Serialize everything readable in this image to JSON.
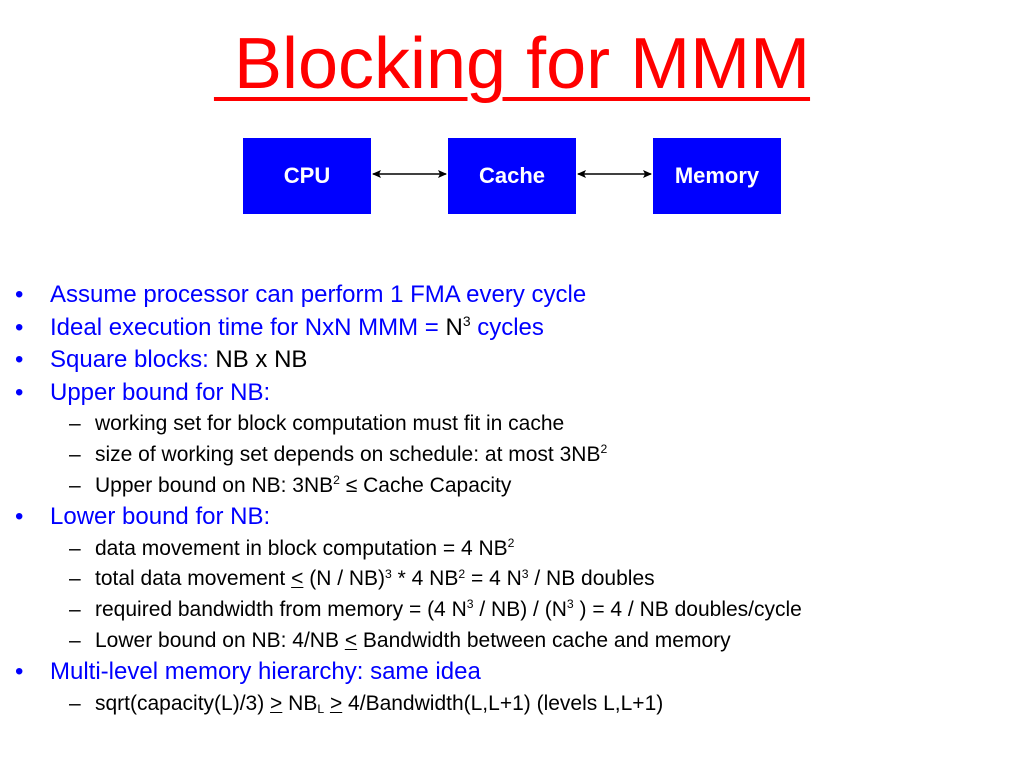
{
  "slide": {
    "title": " Blocking for MMM",
    "title_color": "#ff0000",
    "diagram": {
      "box_color": "#0000ff",
      "text_color": "#ffffff",
      "arrow_color": "#000000",
      "boxes": [
        "CPU",
        "Cache",
        "Memory"
      ]
    },
    "colors": {
      "primary": "#0000ff",
      "secondary": "#000000"
    },
    "bullets": [
      {
        "level": 1,
        "marker": "•",
        "parts": [
          {
            "t": "Assume processor can perform 1 FMA every cycle",
            "c": "primary"
          }
        ]
      },
      {
        "level": 1,
        "marker": "•",
        "parts": [
          {
            "t": "Ideal execution time for NxN  MMM = ",
            "c": "primary"
          },
          {
            "t": "N",
            "c": "secondary"
          },
          {
            "t": "3",
            "c": "secondary",
            "s": "sup"
          },
          {
            "t": " cycles",
            "c": "primary"
          }
        ]
      },
      {
        "level": 1,
        "marker": "•",
        "parts": [
          {
            "t": "Square blocks: ",
            "c": "primary"
          },
          {
            "t": "NB x NB",
            "c": "secondary"
          }
        ]
      },
      {
        "level": 1,
        "marker": "•",
        "parts": [
          {
            "t": "Upper bound for NB:",
            "c": "primary"
          }
        ]
      },
      {
        "level": 2,
        "marker": "–",
        "parts": [
          {
            "t": "working set for block computation must fit in cache"
          }
        ]
      },
      {
        "level": 2,
        "marker": "–",
        "parts": [
          {
            "t": "size of working set depends on schedule: at most 3NB"
          },
          {
            "t": "2",
            "s": "sup"
          }
        ]
      },
      {
        "level": 2,
        "marker": "–",
        "parts": [
          {
            "t": "Upper bound on NB: 3NB"
          },
          {
            "t": "2",
            "s": "sup"
          },
          {
            "t": " ≤ Cache Capacity"
          }
        ]
      },
      {
        "level": 1,
        "marker": "•",
        "parts": [
          {
            "t": "Lower bound for NB:",
            "c": "primary"
          }
        ]
      },
      {
        "level": 2,
        "marker": "–",
        "parts": [
          {
            "t": "data movement in block computation = 4 NB"
          },
          {
            "t": "2",
            "s": "sup"
          }
        ]
      },
      {
        "level": 2,
        "marker": "–",
        "parts": [
          {
            "t": "total data movement  "
          },
          {
            "t": "<",
            "s": "u"
          },
          {
            "t": " (N / NB)"
          },
          {
            "t": "3",
            "s": "sup"
          },
          {
            "t": " * 4 NB"
          },
          {
            "t": "2",
            "s": "sup"
          },
          {
            "t": " = 4 N"
          },
          {
            "t": "3",
            "s": "sup"
          },
          {
            "t": " / NB doubles"
          }
        ]
      },
      {
        "level": 2,
        "marker": "–",
        "parts": [
          {
            "t": "required bandwidth from memory = (4 N"
          },
          {
            "t": "3",
            "s": "sup"
          },
          {
            "t": " / NB) / (N"
          },
          {
            "t": "3",
            "s": "sup"
          },
          {
            "t": " ) = 4 / NB doubles/cycle"
          }
        ]
      },
      {
        "level": 2,
        "marker": "–",
        "parts": [
          {
            "t": "Lower bound on NB: 4/NB "
          },
          {
            "t": "<",
            "s": "u"
          },
          {
            "t": " Bandwidth between cache and memory"
          }
        ]
      },
      {
        "level": 1,
        "marker": "•",
        "parts": [
          {
            "t": "Multi-level memory hierarchy: same idea",
            "c": "primary"
          }
        ]
      },
      {
        "level": 2,
        "marker": "–",
        "parts": [
          {
            "t": "sqrt(capacity(L)/3) "
          },
          {
            "t": ">",
            "s": "u"
          },
          {
            "t": " NB"
          },
          {
            "t": "L",
            "s": "sub"
          },
          {
            "t": " "
          },
          {
            "t": ">",
            "s": "u"
          },
          {
            "t": "  4/Bandwidth(L,L+1) (levels L,L+1)"
          }
        ]
      }
    ]
  }
}
